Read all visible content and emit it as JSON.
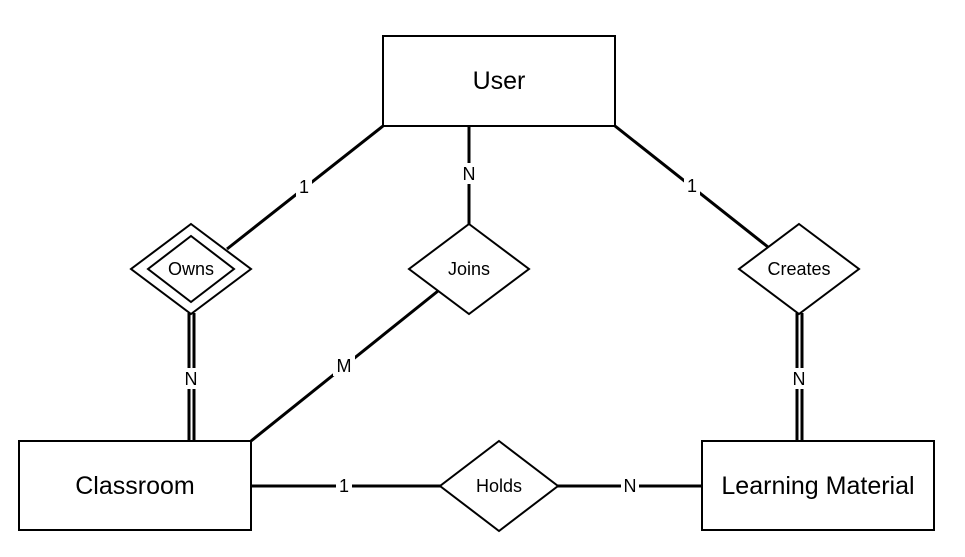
{
  "entities": {
    "user": "User",
    "classroom": "Classroom",
    "learning_material": "Learning Material"
  },
  "relationships": {
    "owns": "Owns",
    "joins": "Joins",
    "creates": "Creates",
    "holds": "Holds"
  },
  "cardinalities": {
    "user_owns": "1",
    "owns_classroom": "N",
    "user_joins": "N",
    "joins_classroom": "M",
    "user_creates": "1",
    "creates_material": "N",
    "classroom_holds": "1",
    "holds_material": "N"
  },
  "colors": {
    "stroke": "#000000",
    "fill": "#ffffff"
  }
}
